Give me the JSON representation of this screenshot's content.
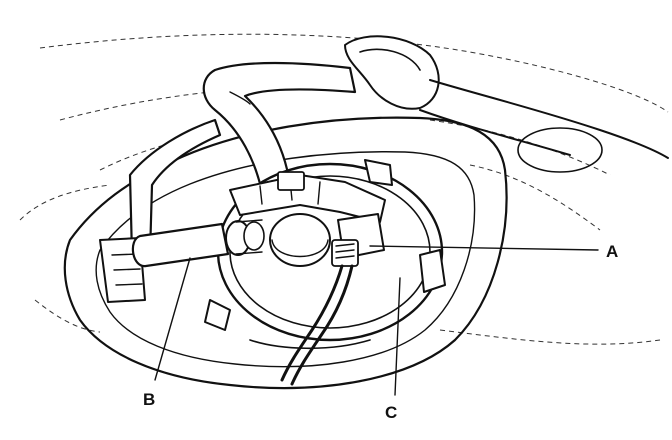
{
  "callouts": {
    "a": "A",
    "b": "B",
    "c": "C"
  },
  "colors": {
    "ink": "#111111",
    "paper": "#ffffff"
  }
}
